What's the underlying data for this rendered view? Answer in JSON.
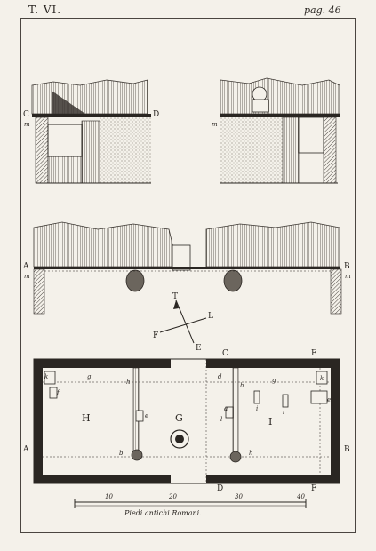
{
  "plate": {
    "number": "T. VI.",
    "page": "pag. 46"
  },
  "labels": {
    "section_cd": {
      "left": "C",
      "right": "D",
      "left_sub": "m",
      "right_sub": "m"
    },
    "section_ab": {
      "left": "A",
      "right": "B",
      "left_sub": "m",
      "right_sub": "m"
    },
    "compass": {
      "north": "T",
      "west": "F",
      "east": "L",
      "south": "E"
    },
    "plan": {
      "top_c": "C",
      "top_e": "E",
      "bottom_d": "D",
      "bottom_f": "F",
      "left_a": "A",
      "right_b": "B",
      "room_h": "H",
      "room_g": "G",
      "room_i": "I",
      "small": [
        "k",
        "g",
        "f",
        "h",
        "e",
        "d",
        "b",
        "g",
        "h",
        "i",
        "l",
        "h",
        "k",
        "e",
        "i",
        "a"
      ]
    }
  },
  "scale": {
    "ticks": [
      "10",
      "20",
      "30",
      "40"
    ],
    "caption": "Piedi antichi Romani."
  },
  "colors": {
    "ink": "#2a2622",
    "paper": "#f4f1ea",
    "wall": "#3a3530",
    "rock": "#6b655d"
  }
}
